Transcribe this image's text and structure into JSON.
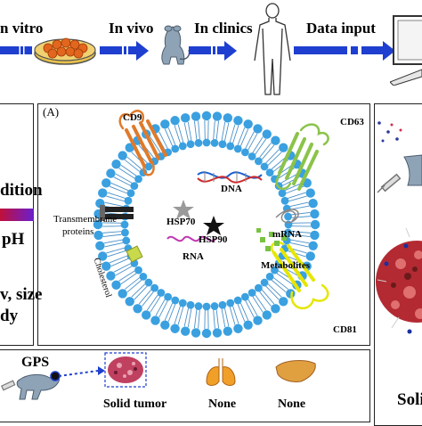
{
  "workflow": {
    "step1": "n vitro",
    "step2": "In vivo",
    "step3": "In clinics",
    "step4": "Data input"
  },
  "left_panel": {
    "line1": "dition",
    "line2": "pH",
    "line3": "v, size",
    "line4": "dy"
  },
  "center_panel": {
    "panel_label": "(A)",
    "labels": {
      "cd9": "CD9",
      "cd63": "CD63",
      "cd81": "CD81",
      "dna": "DNA",
      "hsp70": "HSP70",
      "hsp90": "HSP90",
      "mrna": "mRNA",
      "rna": "RNA",
      "metabolites": "Metabolites",
      "transmembrane": "Transmembrane",
      "proteins": "proteins",
      "cholesterol": "Cholesterol"
    }
  },
  "bottom_panel": {
    "gps": "GPS",
    "solid_tumor": "Solid tumor",
    "none1": "None",
    "none2": "None"
  },
  "right_panel": {
    "label": "Soli"
  },
  "colors": {
    "arrow": "#1e3fd0",
    "membrane": "#3aa0e0",
    "cd9": "#e07a2a",
    "cd63": "#8bc34a",
    "cd81": "#e6e600",
    "gradient_start": "#c0103a",
    "gradient_end": "#6a1fd0"
  }
}
